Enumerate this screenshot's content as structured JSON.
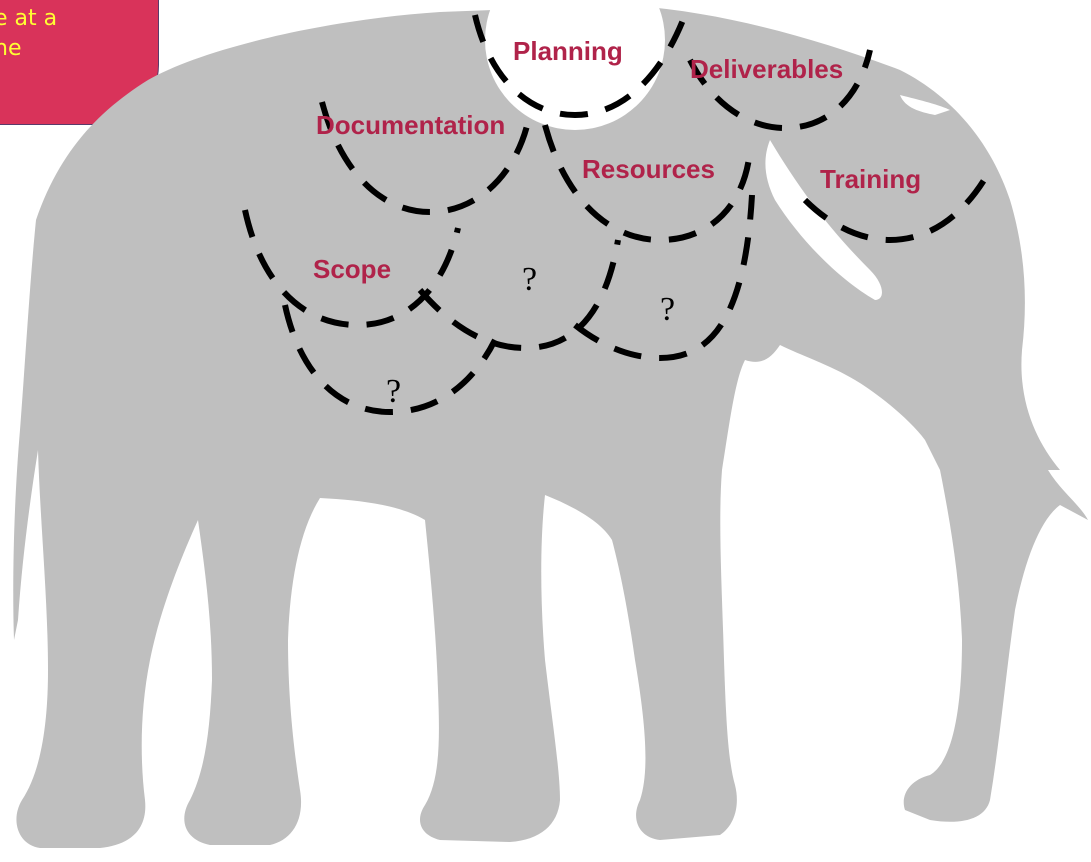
{
  "callout": {
    "lines": [
      "e at a",
      "ne"
    ],
    "bg_color": "#d9335a",
    "text_color": "#ffff33"
  },
  "diagram": {
    "body_color": "#bfbfbf",
    "label_color": "#b0234a",
    "segments": [
      {
        "key": "planning",
        "label": "Planning"
      },
      {
        "key": "deliverables",
        "label": "Deliverables"
      },
      {
        "key": "documentation",
        "label": "Documentation"
      },
      {
        "key": "resources",
        "label": "Resources"
      },
      {
        "key": "training",
        "label": "Training"
      },
      {
        "key": "scope",
        "label": "Scope"
      },
      {
        "key": "unknown-1",
        "label": "?"
      },
      {
        "key": "unknown-2",
        "label": "?"
      },
      {
        "key": "unknown-3",
        "label": "?"
      }
    ]
  }
}
